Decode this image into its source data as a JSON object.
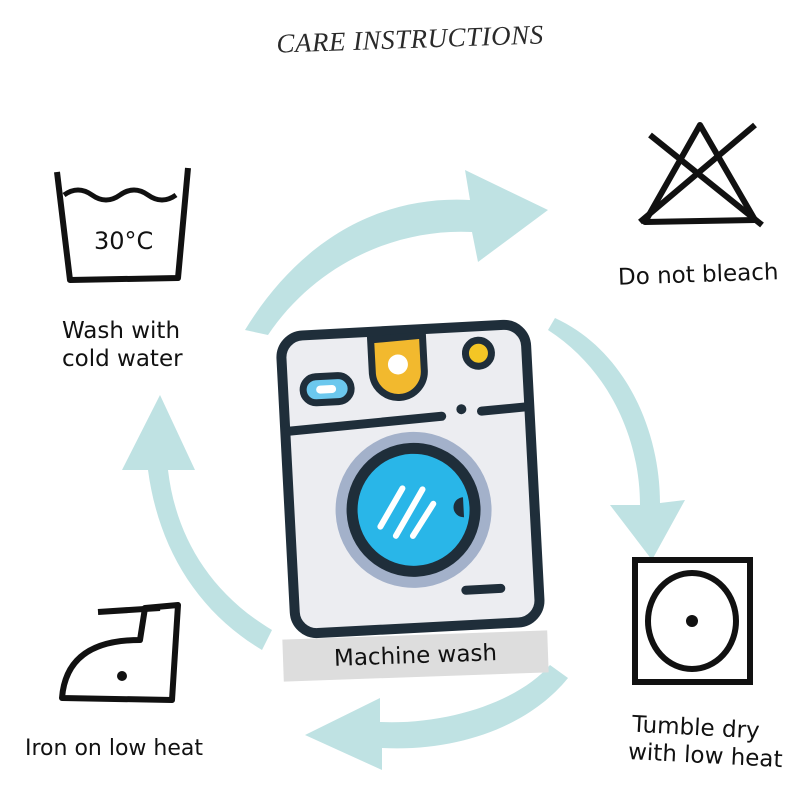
{
  "title": "CARE INSTRUCTIONS",
  "items": {
    "wash": {
      "temp": "30°C",
      "label_line1": "Wash with",
      "label_line2": "cold water"
    },
    "bleach": {
      "label": "Do not bleach"
    },
    "dry": {
      "label_line1": "Tumble dry",
      "label_line2": "with low heat"
    },
    "iron": {
      "label": "Iron on low heat"
    },
    "machine": {
      "label": "Machine wash"
    }
  },
  "colors": {
    "arrow": "#bfe2e3",
    "outline": "#1f2e3a",
    "drum": "#29b6e8",
    "knob": "#f2b92e",
    "panel": "#6cc8ee"
  }
}
